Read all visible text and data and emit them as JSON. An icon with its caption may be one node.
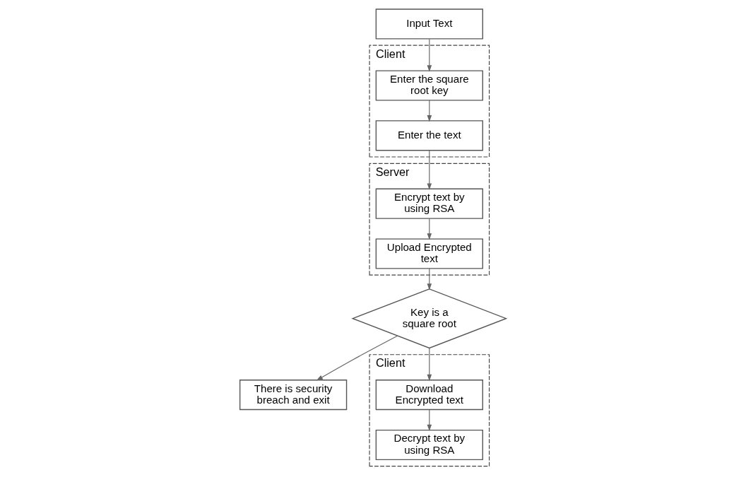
{
  "diagram": {
    "nodes": [
      {
        "text": [
          "Input Text"
        ]
      },
      {
        "text": [
          "Client"
        ]
      },
      {
        "text": [
          "Enter the square root key"
        ],
        "in": 1
      },
      {
        "text": [
          "Enter the text"
        ],
        "in": 1
      },
      {
        "text": [
          "Server"
        ]
      },
      {
        "text": [
          "Encrypt text by using RSA"
        ],
        "in": 4
      },
      {
        "text": [
          "Upload Encrypted text"
        ],
        "in": 4
      },
      {
        "text": [
          "Key is a square root"
        ]
      },
      {
        "text": [
          "There is security breach and exit"
        ]
      },
      {
        "text": [
          "Client"
        ]
      },
      {
        "text": [
          "Download Encrypted text"
        ],
        "in": 9
      },
      {
        "text": [
          "Decrypt text by using RSA"
        ],
        "in": 9
      }
    ],
    "edges": [
      {
        "from": 0,
        "to": 2,
        "arrow": "to"
      },
      {
        "from": 2,
        "to": 3,
        "arrow": "to"
      },
      {
        "from": 3,
        "to": 5,
        "arrow": "to"
      },
      {
        "from": 5,
        "to": 6,
        "arrow": "to"
      },
      {
        "from": 6,
        "to": 7,
        "arrow": "to"
      },
      {
        "from": 7,
        "to": 8,
        "arrow": "to"
      },
      {
        "from": 7,
        "to": 10,
        "arrow": "to"
      },
      {
        "from": 10,
        "to": 11,
        "arrow": "to"
      }
    ]
  }
}
